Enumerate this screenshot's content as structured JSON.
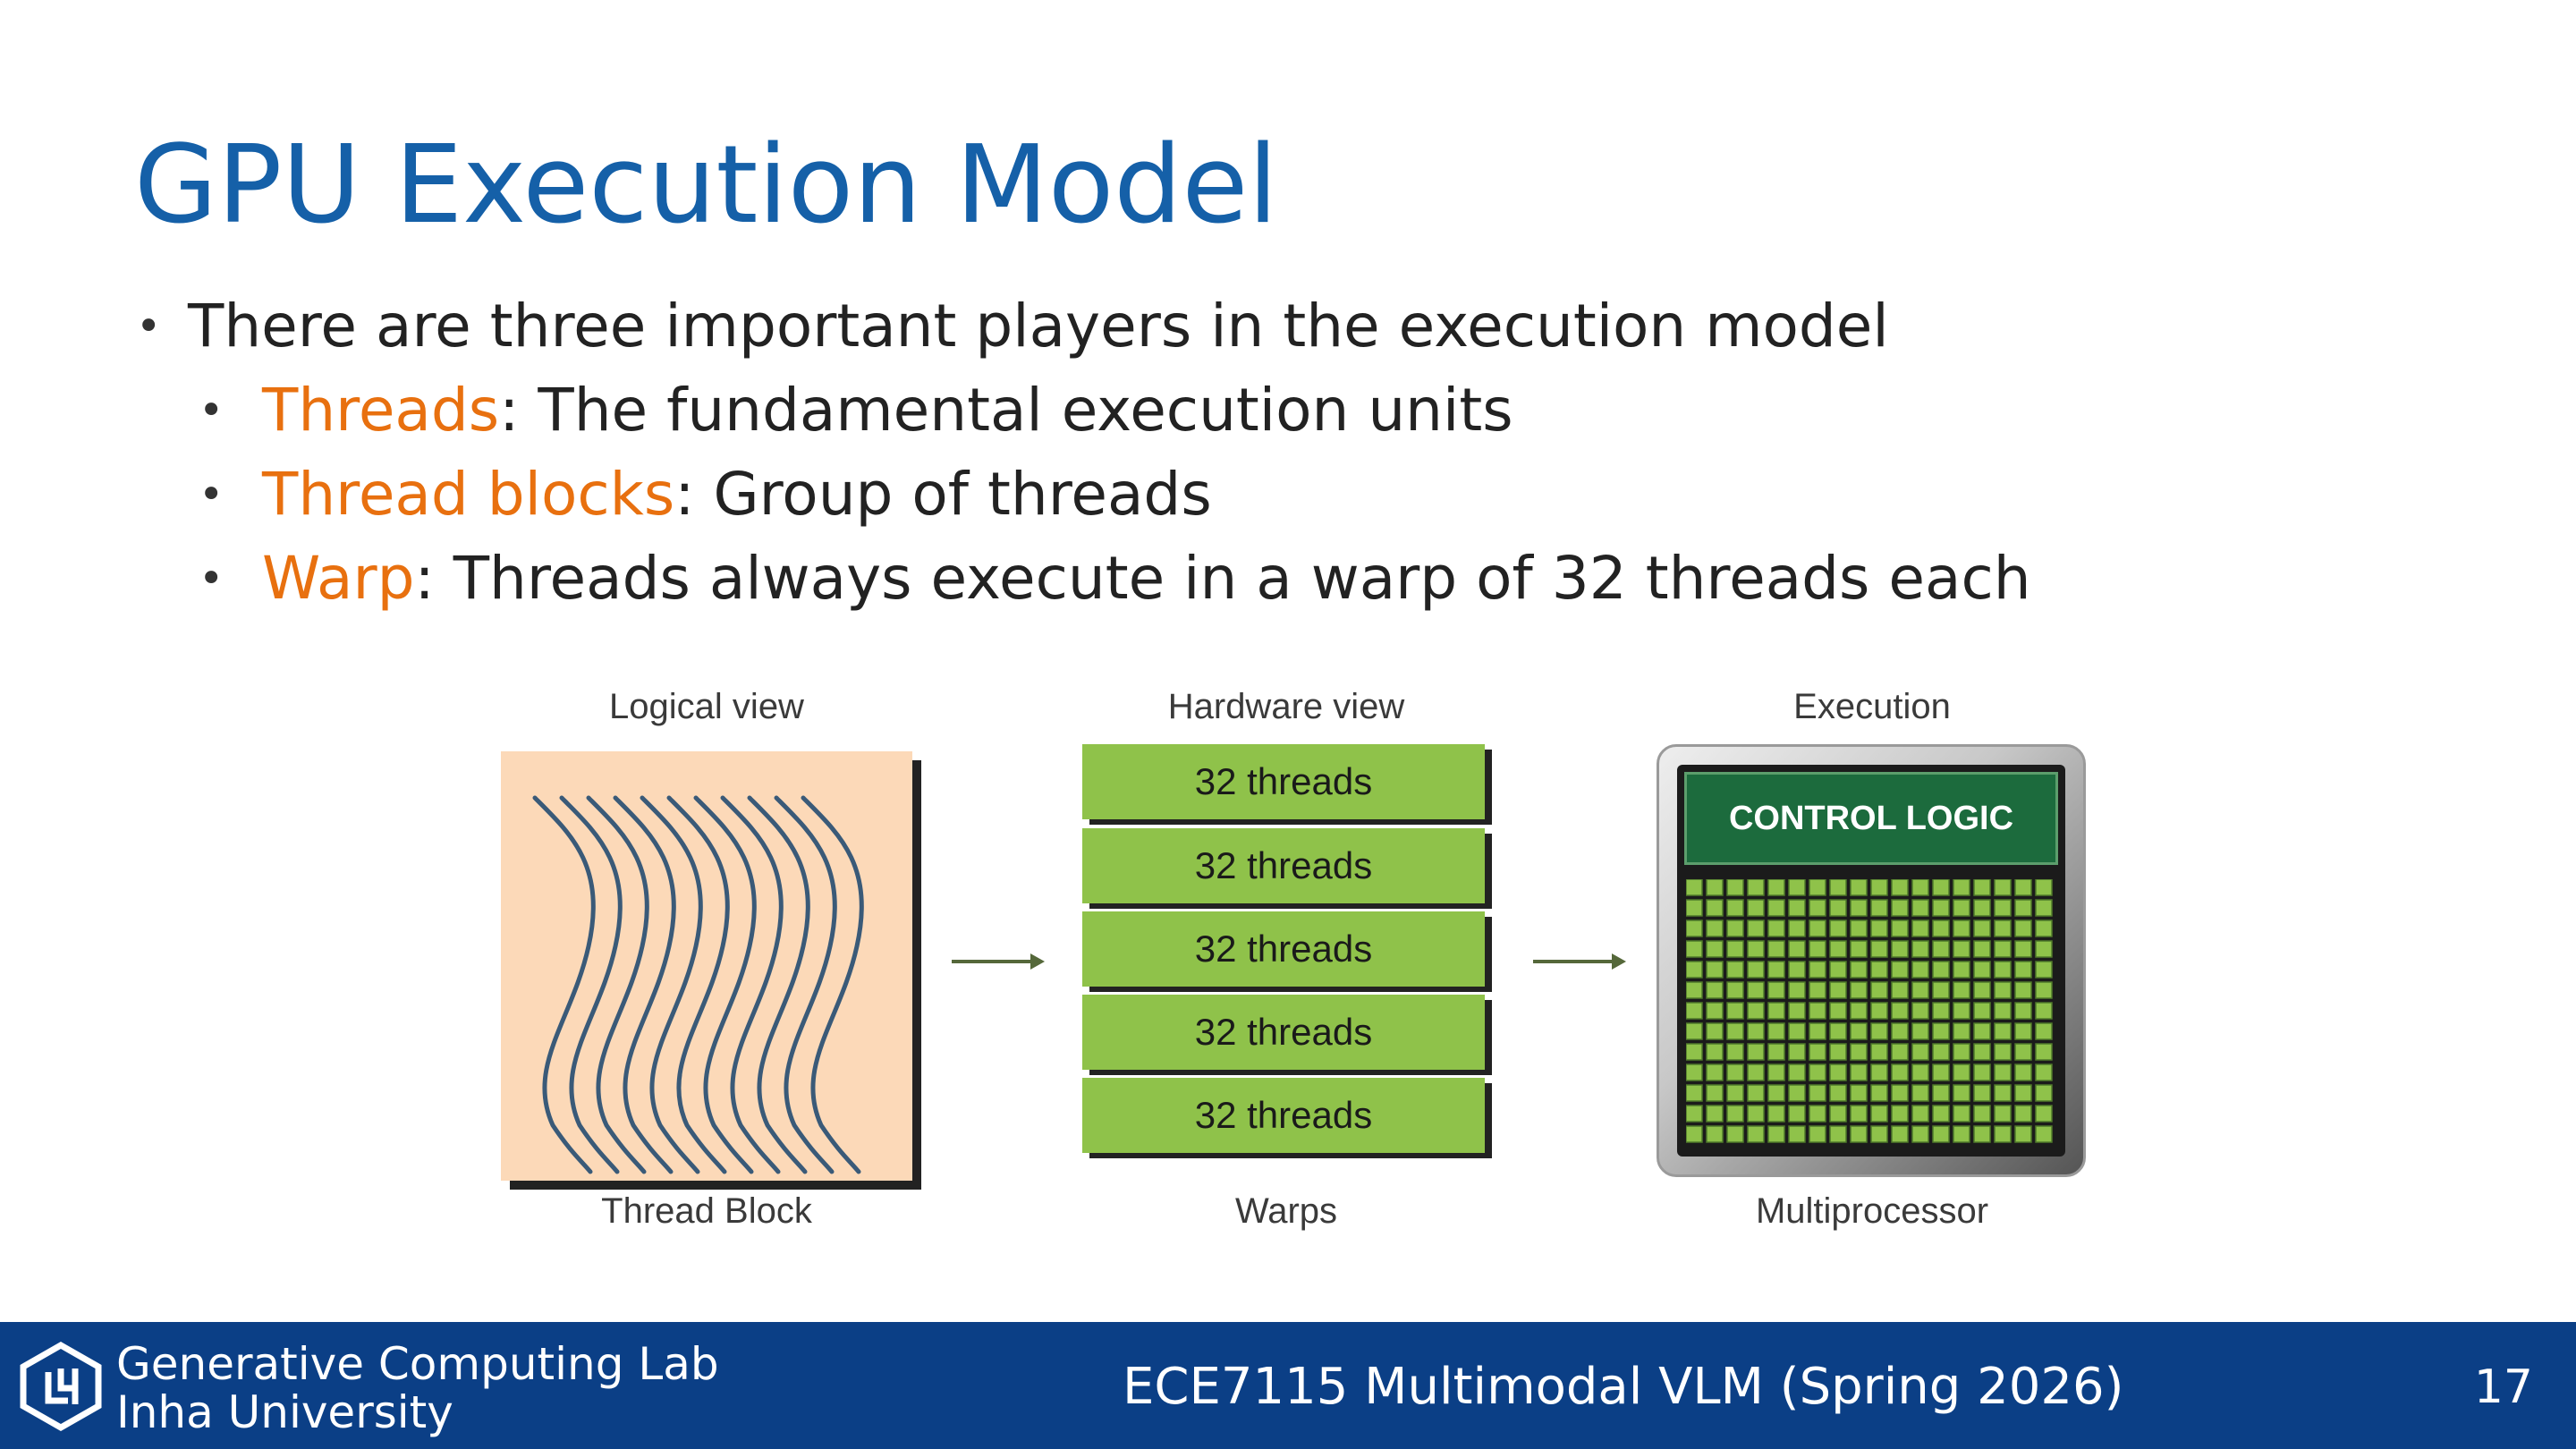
{
  "slide": {
    "title": "GPU Execution Model",
    "bullet_main": "There are three important players in the execution model",
    "sub_bullets": [
      {
        "term": "Threads",
        "rest": ": The fundamental execution units"
      },
      {
        "term": "Thread blocks",
        "rest": ": Group of threads"
      },
      {
        "term": "Warp",
        "rest": ": Threads always execute in a warp of 32 threads each"
      }
    ],
    "accent_color": "#e8700f",
    "title_color": "#1560a8"
  },
  "figure": {
    "logical_view_label": "Logical view",
    "hardware_view_label": "Hardware view",
    "execution_label": "Execution",
    "thread_block_caption": "Thread Block",
    "warps_caption": "Warps",
    "multiprocessor_caption": "Multiprocessor",
    "warp_labels": [
      "32 threads",
      "32 threads",
      "32 threads",
      "32 threads",
      "32 threads"
    ],
    "control_logic_label": "CONTROL LOGIC",
    "thread_block_color": "#fcd9b8",
    "warp_color": "#8fc24a",
    "control_logic_color": "#1c6b3d"
  },
  "footer": {
    "lab_name": "Generative Computing Lab",
    "university": "Inha University",
    "course": "ECE7115 Multimodal VLM (Spring 2026)",
    "page_number": "17",
    "background_color": "#0b3f86"
  }
}
